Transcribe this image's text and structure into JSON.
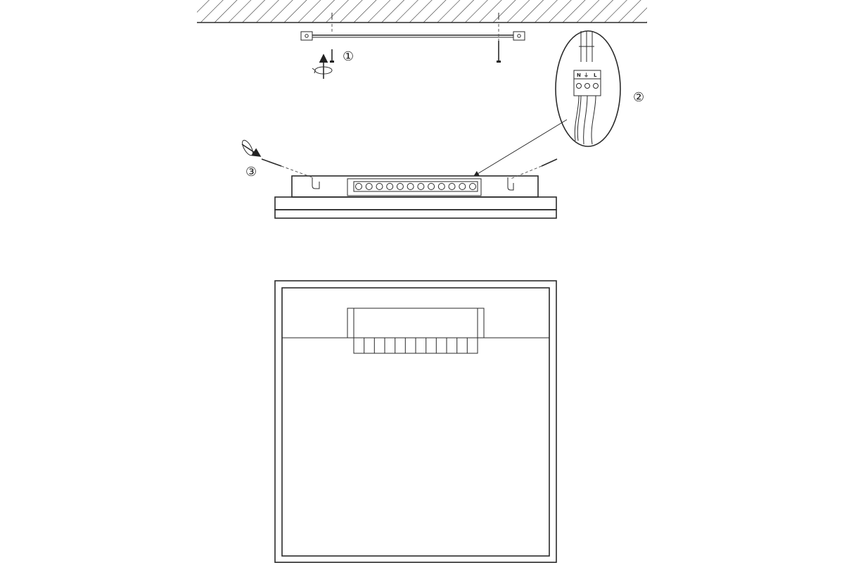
{
  "steps": [
    {
      "id": "1",
      "label": "①"
    },
    {
      "id": "2",
      "label": "②"
    },
    {
      "id": "3",
      "label": "③"
    }
  ],
  "terminal_block": {
    "terminals": [
      "N",
      "⏚",
      "L"
    ]
  },
  "led_module": {
    "led_count": 12,
    "cell_count": 12
  },
  "icons": [
    "rotate-arrow-icon",
    "screw-icon",
    "wire-icon",
    "ceiling-hatch"
  ],
  "colors": {
    "line": "#2a2a2a",
    "background": "#ffffff"
  }
}
